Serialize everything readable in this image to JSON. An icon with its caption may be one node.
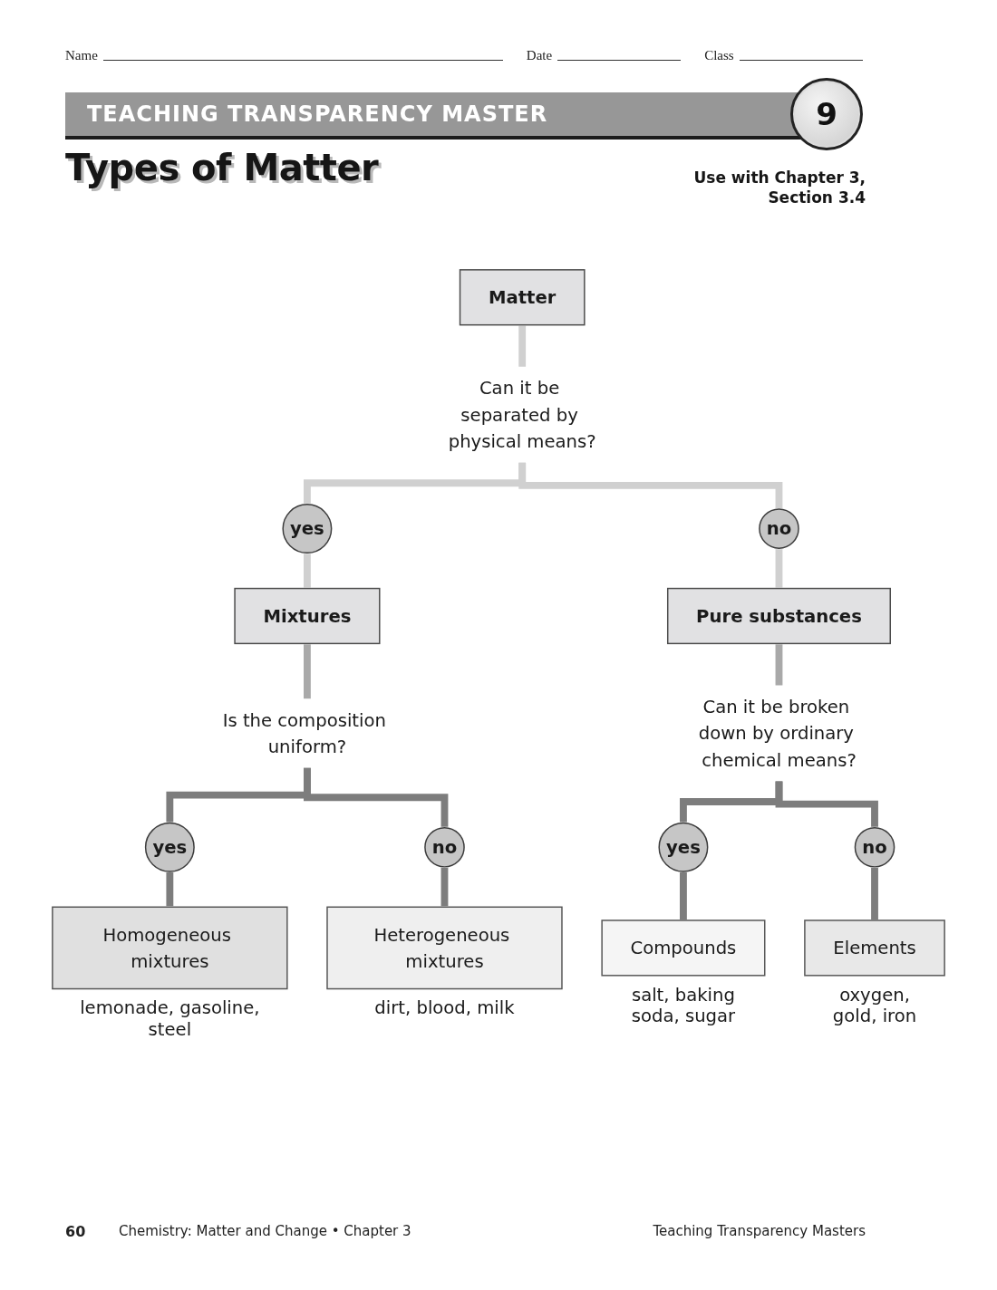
{
  "diagram": {
    "title": "Types of Matter",
    "nodes": [
      {
        "text": [
          "Matter"
        ]
      },
      {
        "text": [
          "Can it be separated by physical means?"
        ]
      },
      {
        "text": [
          "yes"
        ]
      },
      {
        "text": [
          "no"
        ]
      },
      {
        "text": [
          "Mixtures"
        ]
      },
      {
        "text": [
          "Pure substances"
        ]
      },
      {
        "text": [
          "Is the composition uniform?"
        ]
      },
      {
        "text": [
          "Can it be broken down by ordinary chemical means?"
        ]
      },
      {
        "text": [
          "yes"
        ]
      },
      {
        "text": [
          "no"
        ]
      },
      {
        "text": [
          "yes"
        ]
      },
      {
        "text": [
          "no"
        ]
      },
      {
        "text": [
          "Homogeneous mixtures"
        ],
        "beside": [
          "lemonade, gasoline, steel"
        ]
      },
      {
        "text": [
          "Heterogeneous mixtures"
        ],
        "beside": [
          "dirt, blood, milk"
        ]
      },
      {
        "text": [
          "Compounds"
        ],
        "beside": [
          "salt, baking soda, sugar"
        ]
      },
      {
        "text": [
          "Elements"
        ],
        "beside": [
          "oxygen, gold, iron"
        ]
      }
    ],
    "edges": [
      {
        "from": 0,
        "to": 1,
        "arrow": "none",
        "color": "#d0d0d0"
      },
      {
        "from": 1,
        "to": 2,
        "arrow": "none",
        "color": "#d0d0d0"
      },
      {
        "from": 1,
        "to": 3,
        "arrow": "none",
        "color": "#d0d0d0"
      },
      {
        "from": 2,
        "to": 4,
        "arrow": "none",
        "color": "#d0d0d0"
      },
      {
        "from": 3,
        "to": 5,
        "arrow": "none",
        "color": "#d0d0d0"
      },
      {
        "from": 4,
        "to": 6,
        "arrow": "none",
        "color": "#a9a9a9"
      },
      {
        "from": 5,
        "to": 7,
        "arrow": "none",
        "color": "#a9a9a9"
      },
      {
        "from": 6,
        "to": 8,
        "arrow": "none"
      },
      {
        "from": 6,
        "to": 9,
        "arrow": "none"
      },
      {
        "from": 7,
        "to": 10,
        "arrow": "none"
      },
      {
        "from": 7,
        "to": 11,
        "arrow": "none"
      },
      {
        "from": 8,
        "to": 12,
        "arrow": "none"
      },
      {
        "from": 9,
        "to": 13,
        "arrow": "none"
      },
      {
        "from": 10,
        "to": 14,
        "arrow": "none"
      },
      {
        "from": 11,
        "to": 15,
        "arrow": "none"
      }
    ],
    "labels": [
      "Name",
      "Date",
      "Class",
      "TEACHING TRANSPARENCY MASTER",
      "9",
      "Use with Chapter 3, Section 3.4",
      "60",
      "Chemistry: Matter and Change • Chapter 3",
      "Teaching Transparency Masters"
    ]
  }
}
